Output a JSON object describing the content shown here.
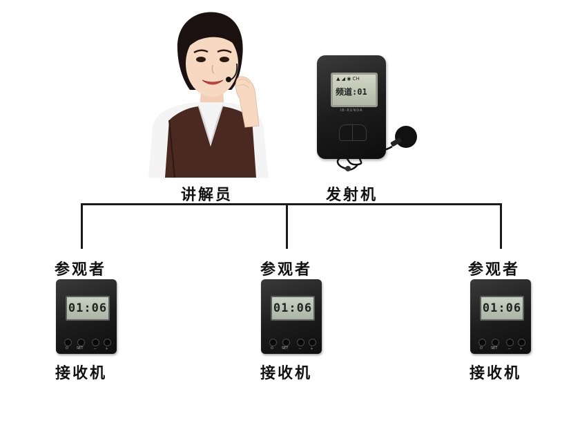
{
  "labels": {
    "guide": "讲解员",
    "transmitter": "发射机"
  },
  "transmitter_screen": {
    "channel_text": "频道:01",
    "status_glyphs": "▲ ◢ ◉ CH",
    "brand": "IB-RUNDA"
  },
  "receivers": [
    {
      "top_label": "参观者",
      "bottom_label": "接收机",
      "display": "01:06",
      "buttons": [
        "⏻",
        "SET",
        "－",
        "＋"
      ]
    },
    {
      "top_label": "参观者",
      "bottom_label": "接收机",
      "display": "01:06",
      "buttons": [
        "⏻",
        "SET",
        "－",
        "＋"
      ]
    },
    {
      "top_label": "参观者",
      "bottom_label": "接收机",
      "display": "01:06",
      "buttons": [
        "⏻",
        "SET",
        "－",
        "＋"
      ]
    }
  ],
  "colors": {
    "connector": "#1a1a1a",
    "device_body": "#1c1c1c",
    "lcd": "#b8c2b2",
    "vest": "#4a2a20",
    "hair": "#1b1110"
  }
}
